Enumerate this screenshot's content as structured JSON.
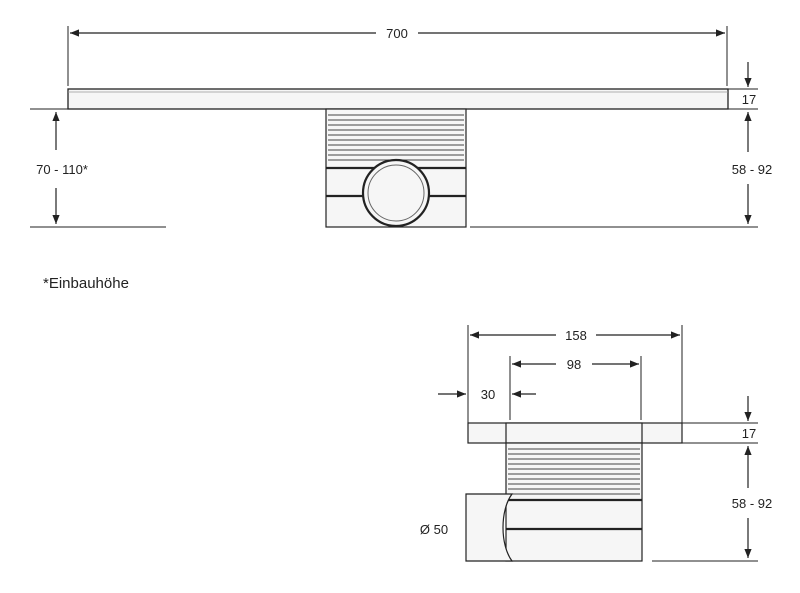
{
  "top_view": {
    "width_label": "700",
    "thickness_label": "17",
    "install_height_label": "70 - 110*",
    "body_height_label": "58 - 92"
  },
  "note": "*Einbauhöhe",
  "side_view": {
    "total_width_label": "158",
    "body_width_label": "98",
    "offset_label": "30",
    "thickness_label": "17",
    "body_height_label": "58 - 92",
    "outlet_label": "Ø 50"
  },
  "colors": {
    "line": "#222222",
    "body_fill": "#f6f6f6",
    "groove": "#555555"
  }
}
